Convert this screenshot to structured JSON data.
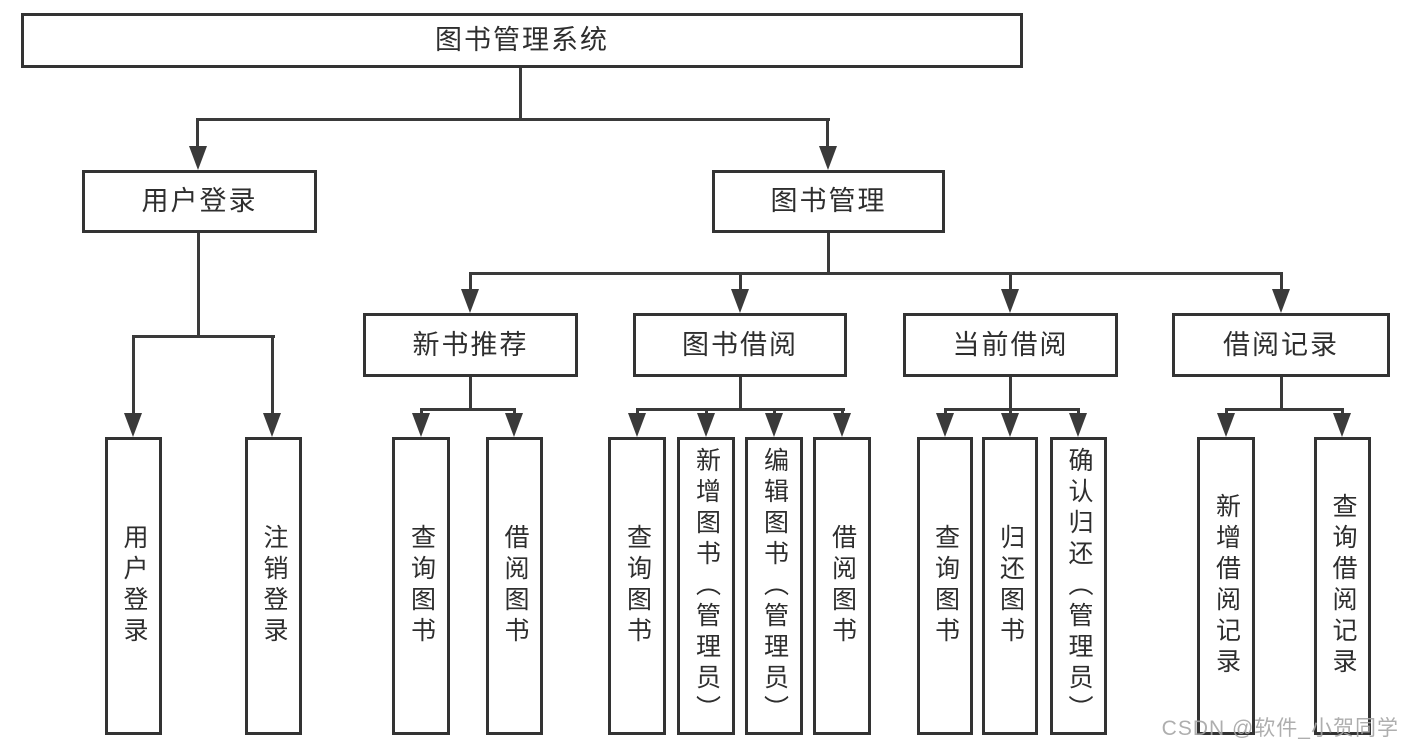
{
  "diagram": {
    "title": "图书管理系统",
    "colors": {
      "line": "#3a3a3a",
      "border": "#333333",
      "text": "#2e2e2e",
      "background": "#ffffff",
      "watermark": "#a6a6a6"
    },
    "root": {
      "id": "library-system",
      "label": "图书管理系统"
    },
    "level2": [
      {
        "id": "user-login",
        "label": "用户登录",
        "parent": "library-system"
      },
      {
        "id": "book-management",
        "label": "图书管理",
        "parent": "library-system"
      }
    ],
    "level3": [
      {
        "id": "new-book-recommend",
        "label": "新书推荐",
        "parent": "book-management"
      },
      {
        "id": "book-borrow",
        "label": "图书借阅",
        "parent": "book-management"
      },
      {
        "id": "current-borrow",
        "label": "当前借阅",
        "parent": "book-management"
      },
      {
        "id": "borrow-records",
        "label": "借阅记录",
        "parent": "book-management"
      }
    ],
    "leaves": [
      {
        "id": "leaf-user-login",
        "label": "用户登录",
        "parent": "user-login"
      },
      {
        "id": "leaf-logout",
        "label": "注销登录",
        "parent": "user-login"
      },
      {
        "id": "leaf-query-books-1",
        "label": "查询图书",
        "parent": "new-book-recommend"
      },
      {
        "id": "leaf-borrow-books-1",
        "label": "借阅图书",
        "parent": "new-book-recommend"
      },
      {
        "id": "leaf-query-books-2",
        "label": "查询图书",
        "parent": "book-borrow"
      },
      {
        "id": "leaf-add-book-admin",
        "label": "新增图书（管理员）",
        "parent": "book-borrow"
      },
      {
        "id": "leaf-edit-book-admin",
        "label": "编辑图书（管理员）",
        "parent": "book-borrow"
      },
      {
        "id": "leaf-borrow-books-2",
        "label": "借阅图书",
        "parent": "book-borrow"
      },
      {
        "id": "leaf-query-books-3",
        "label": "查询图书",
        "parent": "current-borrow"
      },
      {
        "id": "leaf-return-book",
        "label": "归还图书",
        "parent": "current-borrow"
      },
      {
        "id": "leaf-confirm-return-admin",
        "label": "确认归还（管理员）",
        "parent": "current-borrow"
      },
      {
        "id": "leaf-add-borrow-record",
        "label": "新增借阅记录",
        "parent": "borrow-records"
      },
      {
        "id": "leaf-query-borrow-record",
        "label": "查询借阅记录",
        "parent": "borrow-records"
      }
    ],
    "watermark": "CSDN @软件_小贺同学"
  }
}
